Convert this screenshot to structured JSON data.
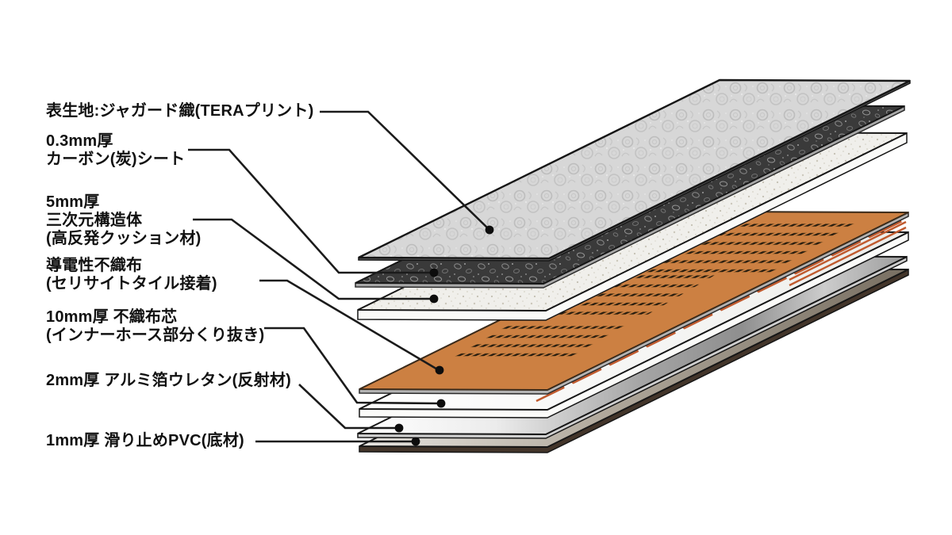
{
  "figure": {
    "title": "product-layer-structure-diagram",
    "background": "#ffffff"
  },
  "labels": [
    {
      "id": "surface-fabric",
      "lines": [
        "表生地:ジャガード織(TERAプリント)"
      ]
    },
    {
      "id": "carbon-sheet",
      "lines": [
        "0.3mm厚",
        "カーボン(炭)シート"
      ]
    },
    {
      "id": "three-d-structure",
      "lines": [
        "5mm厚",
        "三次元構造体",
        "(高反発クッション材)"
      ]
    },
    {
      "id": "conductive-nonwoven",
      "lines": [
        "導電性不織布",
        "(セリサイトタイル接着)"
      ]
    },
    {
      "id": "nonwoven-core",
      "lines": [
        "10mm厚 不織布芯",
        "(インナーホース部分くり抜き)"
      ]
    },
    {
      "id": "alu-foil-urethane",
      "lines": [
        "2mm厚 アルミ箔ウレタン(反射材)"
      ]
    },
    {
      "id": "pvc-base",
      "lines": [
        "1mm厚 滑り止めPVC(底材)"
      ]
    }
  ],
  "layers": [
    {
      "name": "jacquard-fabric-layer",
      "desc": "表生地 ジャガード織"
    },
    {
      "name": "carbon-sheet-layer",
      "desc": "カーボンシート"
    },
    {
      "name": "cushion-layer",
      "desc": "三次元構造体"
    },
    {
      "name": "conductive-sheet-layer",
      "desc": "導電性不織布"
    },
    {
      "name": "nonwoven-core-layer",
      "desc": "不織布芯"
    },
    {
      "name": "alu-foil-layer",
      "desc": "アルミ箔ウレタン"
    },
    {
      "name": "pvc-base-layer",
      "desc": "滑り止めPVC"
    }
  ],
  "colors": {
    "text": "#111111",
    "leader_line": "#1b1b1b",
    "jacquard_base": "#d7d7d7",
    "carbon_base": "#3a3a3a",
    "cushion_base": "#f0efeb",
    "conductive_orange": "#cc8042",
    "tile_dash": "#271c0f",
    "hose_red": "#c05a2e",
    "alu_silver": "#a9a9a9",
    "pvc_brown": "#7e7468"
  }
}
